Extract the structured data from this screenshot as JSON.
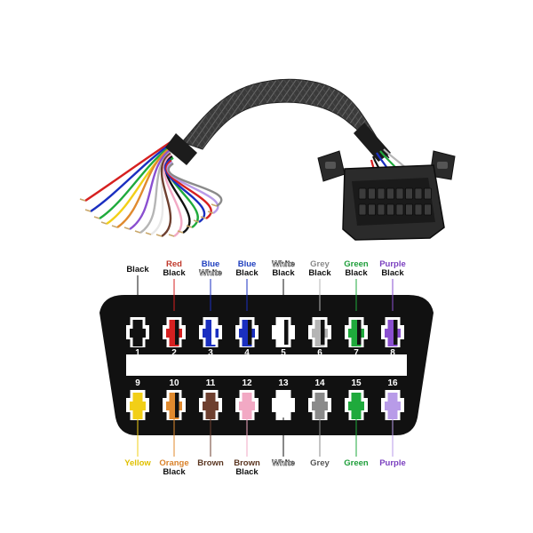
{
  "top_pins": [
    {
      "number": "1",
      "label_lines": [
        "Black"
      ],
      "label_colors": [
        "#111111"
      ],
      "wire_color": "#111111",
      "stripe_color": ""
    },
    {
      "number": "2",
      "label_lines": [
        "Red",
        "Black"
      ],
      "label_colors": [
        "#c0392b",
        "#111111"
      ],
      "wire_color": "#d62020",
      "stripe_color": "#111111"
    },
    {
      "number": "3",
      "label_lines": [
        "Blue",
        "White"
      ],
      "label_colors": [
        "#1f3fbf",
        "#ffffff"
      ],
      "wire_color": "#1a2fc0",
      "stripe_color": "#ffffff"
    },
    {
      "number": "4",
      "label_lines": [
        "Blue",
        "Black"
      ],
      "label_colors": [
        "#1f3fbf",
        "#111111"
      ],
      "wire_color": "#1a2fc0",
      "stripe_color": "#111111"
    },
    {
      "number": "5",
      "label_lines": [
        "White",
        "Black"
      ],
      "label_colors": [
        "#ffffff",
        "#111111"
      ],
      "wire_color": "#ffffff",
      "stripe_color": "#111111"
    },
    {
      "number": "6",
      "label_lines": [
        "Grey",
        "Black"
      ],
      "label_colors": [
        "#8a8a8a",
        "#111111"
      ],
      "wire_color": "#b5b5b5",
      "stripe_color": "#111111"
    },
    {
      "number": "7",
      "label_lines": [
        "Green",
        "Black"
      ],
      "label_colors": [
        "#1e9e3a",
        "#111111"
      ],
      "wire_color": "#1faa3c",
      "stripe_color": "#111111"
    },
    {
      "number": "8",
      "label_lines": [
        "Purple",
        "Black"
      ],
      "label_colors": [
        "#7a3fbf",
        "#111111"
      ],
      "wire_color": "#8a4fd0",
      "stripe_color": "#111111"
    }
  ],
  "bottom_pins": [
    {
      "number": "9",
      "label_lines": [
        "Yellow"
      ],
      "label_colors": [
        "#e0c000"
      ],
      "wire_color": "#f2cf17",
      "stripe_color": ""
    },
    {
      "number": "10",
      "label_lines": [
        "Orange",
        "Black"
      ],
      "label_colors": [
        "#d9822b",
        "#111111"
      ],
      "wire_color": "#e08a2e",
      "stripe_color": "#111111"
    },
    {
      "number": "11",
      "label_lines": [
        "Brown"
      ],
      "label_colors": [
        "#5a3520"
      ],
      "wire_color": "#6e3f2f",
      "stripe_color": ""
    },
    {
      "number": "12",
      "label_lines": [
        "Brown",
        "Black"
      ],
      "label_colors": [
        "#5a3520",
        "#111111"
      ],
      "wire_color": "#f2a9c4",
      "stripe_color": ""
    },
    {
      "number": "13",
      "label_lines": [
        "White"
      ],
      "label_colors": [
        "#ffffff"
      ],
      "wire_color": "#ffffff",
      "stripe_color": ""
    },
    {
      "number": "14",
      "label_lines": [
        "Grey"
      ],
      "label_colors": [
        "#555555"
      ],
      "wire_color": "#8a8a8a",
      "stripe_color": ""
    },
    {
      "number": "15",
      "label_lines": [
        "Green"
      ],
      "label_colors": [
        "#1e9e3a"
      ],
      "wire_color": "#1faa3c",
      "stripe_color": ""
    },
    {
      "number": "16",
      "label_lines": [
        "Purple"
      ],
      "label_colors": [
        "#7a3fbf"
      ],
      "wire_color": "#b89be8",
      "stripe_color": ""
    }
  ],
  "colors": {
    "connector_body": "#111111",
    "pin_number": "#ffffff",
    "cable_sleeve": "#3a3a3a",
    "connector_plastic": "#2a2a2a"
  }
}
